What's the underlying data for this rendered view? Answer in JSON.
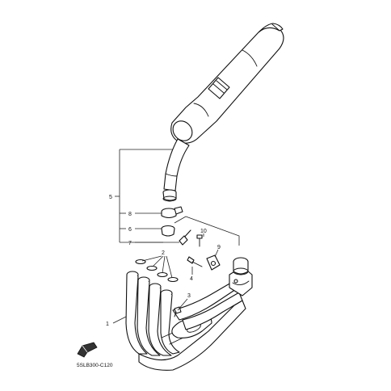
{
  "diagram": {
    "callouts": [
      {
        "id": "label-1",
        "text": "1"
      },
      {
        "id": "label-2",
        "text": "2"
      },
      {
        "id": "label-3",
        "text": "3"
      },
      {
        "id": "label-4",
        "text": "4"
      },
      {
        "id": "label-5",
        "text": "5"
      },
      {
        "id": "label-6",
        "text": "6"
      },
      {
        "id": "label-7",
        "text": "7"
      },
      {
        "id": "label-8",
        "text": "8"
      },
      {
        "id": "label-9",
        "text": "9"
      },
      {
        "id": "label-10",
        "text": "10"
      }
    ],
    "diagram_code": "5SLB300-C120",
    "orientation_icon": "front-arrow-icon",
    "line_color": "#111111",
    "background_color": "#ffffff"
  }
}
